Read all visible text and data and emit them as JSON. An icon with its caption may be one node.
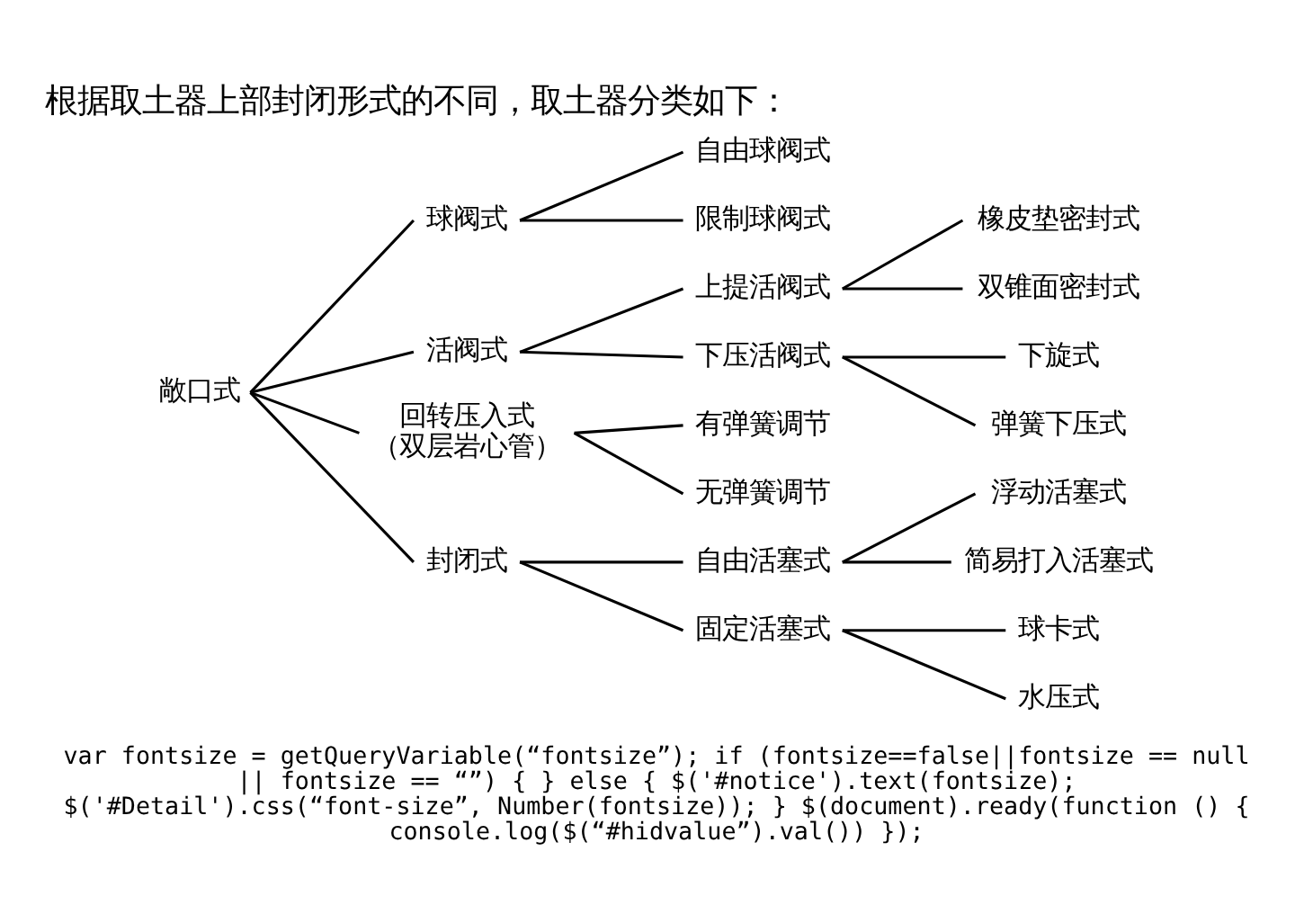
{
  "diagram": {
    "title": "根据取土器上部封闭形式的不同，取土器分类如下：",
    "nodes": [
      {
        "text": [
          "敞口式"
        ]
      },
      {
        "text": [
          "球阀式"
        ]
      },
      {
        "text": [
          "自由球阀式"
        ]
      },
      {
        "text": [
          "限制球阀式"
        ]
      },
      {
        "text": [
          "活阀式"
        ]
      },
      {
        "text": [
          "上提活阀式"
        ]
      },
      {
        "text": [
          "橡皮垫密封式"
        ]
      },
      {
        "text": [
          "双锥面密封式"
        ]
      },
      {
        "text": [
          "下压活阀式"
        ]
      },
      {
        "text": [
          "下旋式"
        ]
      },
      {
        "text": [
          "弹簧下压式"
        ]
      },
      {
        "text": [
          "回转压入式",
          "（双层岩心管）"
        ]
      },
      {
        "text": [
          "有弹簧调节"
        ]
      },
      {
        "text": [
          "无弹簧调节"
        ]
      },
      {
        "text": [
          "封闭式"
        ]
      },
      {
        "text": [
          "自由活塞式"
        ]
      },
      {
        "text": [
          "浮动活塞式"
        ]
      },
      {
        "text": [
          "简易打入活塞式"
        ]
      },
      {
        "text": [
          "固定活塞式"
        ]
      },
      {
        "text": [
          "球卡式"
        ]
      },
      {
        "text": [
          "水压式"
        ]
      }
    ],
    "edges": [
      {
        "from": 0,
        "to": 1,
        "arrow": "none"
      },
      {
        "from": 0,
        "to": 4,
        "arrow": "none"
      },
      {
        "from": 0,
        "to": 11,
        "arrow": "none"
      },
      {
        "from": 0,
        "to": 14,
        "arrow": "none"
      },
      {
        "from": 1,
        "to": 2,
        "arrow": "none"
      },
      {
        "from": 1,
        "to": 3,
        "arrow": "none"
      },
      {
        "from": 4,
        "to": 5,
        "arrow": "none"
      },
      {
        "from": 4,
        "to": 8,
        "arrow": "none"
      },
      {
        "from": 5,
        "to": 6,
        "arrow": "none"
      },
      {
        "from": 5,
        "to": 7,
        "arrow": "none"
      },
      {
        "from": 8,
        "to": 9,
        "arrow": "none"
      },
      {
        "from": 8,
        "to": 10,
        "arrow": "none"
      },
      {
        "from": 11,
        "to": 12,
        "arrow": "none"
      },
      {
        "from": 11,
        "to": 13,
        "arrow": "none"
      },
      {
        "from": 14,
        "to": 15,
        "arrow": "none"
      },
      {
        "from": 14,
        "to": 18,
        "arrow": "none"
      },
      {
        "from": 15,
        "to": 16,
        "arrow": "none"
      },
      {
        "from": 15,
        "to": 17,
        "arrow": "none"
      },
      {
        "from": 18,
        "to": 19,
        "arrow": "none"
      },
      {
        "from": 18,
        "to": 20,
        "arrow": "none"
      }
    ],
    "labels": [
      "var fontsize = getQueryVariable(“fontsize”); if (fontsize==false||fontsize == null || fontsize == “”) { } else { $('#notice').text(fontsize); $('#Detail').css(“font-size”, Number(fontsize)); } $(document).ready(function () { console.log($(“#hidvalue”).val()) });"
    ]
  }
}
